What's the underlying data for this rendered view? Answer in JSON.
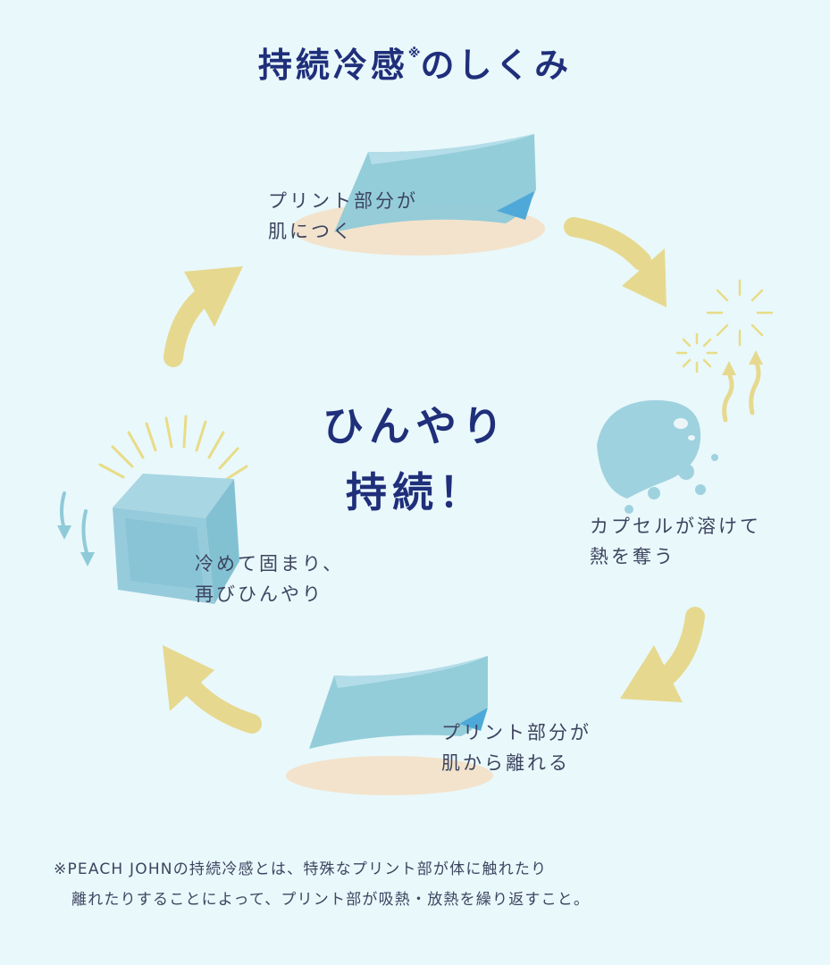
{
  "title": {
    "main": "持続冷感",
    "mark": "※",
    "tail": "のしくみ"
  },
  "center": {
    "line1": "ひんやり",
    "line2": "持続！"
  },
  "steps": [
    {
      "line1": "プリント部分が",
      "line2": "肌につく"
    },
    {
      "line1": "カプセルが溶けて",
      "line2": "熱を奪う"
    },
    {
      "line1": "プリント部分が",
      "line2": "肌から離れる"
    },
    {
      "line1": "冷めて固まり、",
      "line2": "再びひんやり"
    }
  ],
  "footnote": {
    "line1": "※PEACH JOHNの持続冷感とは、特殊なプリント部が体に触れたり",
    "line2": "離れたりすることによって、プリント部が吸熱・放熱を繰り返すこと。"
  },
  "colors": {
    "background": "#e9f8fb",
    "title": "#1f2f7a",
    "arrow": "#e6d98f",
    "fabric": "#8fcad8",
    "skin": "#f3e3cc",
    "rays": "#e8dc86"
  }
}
